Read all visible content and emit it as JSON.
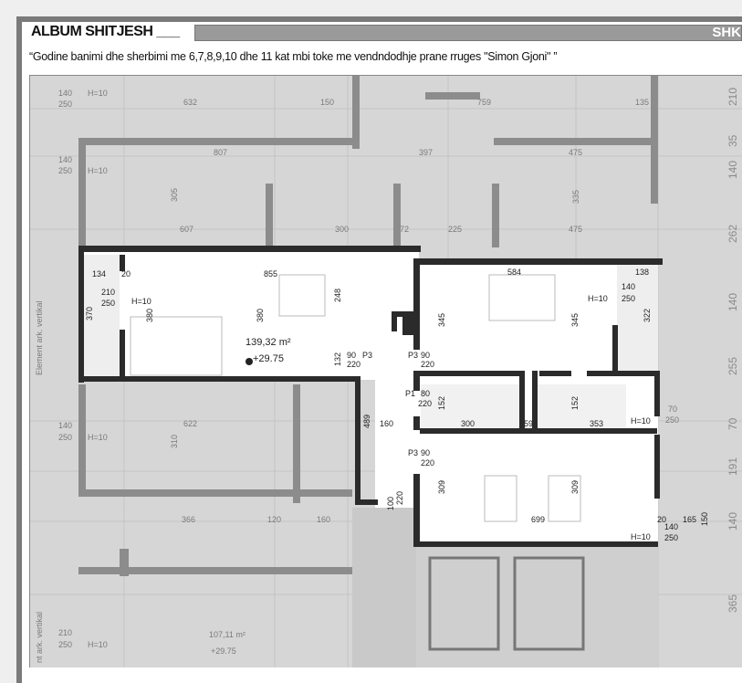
{
  "header": {
    "title": "ALBUM SHITJESH ___",
    "banner": "SHK",
    "subtitle": "“Godine banimi dhe sherbimi me 6,7,8,9,10 dhe 11 kat mbi toke me vendndodhje prane rruges \"Simon Gjoni\" ”"
  },
  "plan": {
    "apartment": {
      "area": "139,32 m²",
      "elevation": "+29.75"
    },
    "neighbor": {
      "area": "107,11 m²",
      "elevation": "+29.75"
    },
    "labels": {
      "d134": "134",
      "d20": "20",
      "d855": "855",
      "d210": "210",
      "d250": "250",
      "h10": "H=10",
      "d370": "370",
      "d380": "380",
      "d248": "248",
      "d132": "132",
      "d90": "90",
      "p3": "P3",
      "d220": "220",
      "d584": "584",
      "d138": "138",
      "d140": "140",
      "d345": "345",
      "d322": "322",
      "p1": "P1",
      "d80": "80",
      "d152": "152",
      "d489": "489",
      "d160": "160",
      "d300": "300",
      "d59": "59",
      "d353": "353",
      "d70": "70",
      "d309": "309",
      "d699": "699",
      "d165": "165",
      "d150": "150",
      "d100": "100",
      "d632": "632",
      "d759": "759",
      "d807": "807",
      "d397": "397",
      "d475": "475",
      "d607": "607",
      "d622": "622",
      "d366": "366",
      "d150b": "150",
      "d135": "135",
      "d335": "335",
      "d305": "305",
      "d310": "310",
      "d120": "120",
      "d225": "225",
      "d72": "72"
    },
    "axis_right": [
      "210",
      "35",
      "140",
      "262",
      "140",
      "255",
      "70",
      "191",
      "140",
      "365"
    ],
    "axis_left": [
      "Element ark. vertikal",
      "nt ark. vertikal"
    ]
  },
  "colors": {
    "wall": "#2b2b2b",
    "background": "#d6d6d6",
    "apartment": "#ffffff",
    "banner": "#9a9a9a"
  }
}
